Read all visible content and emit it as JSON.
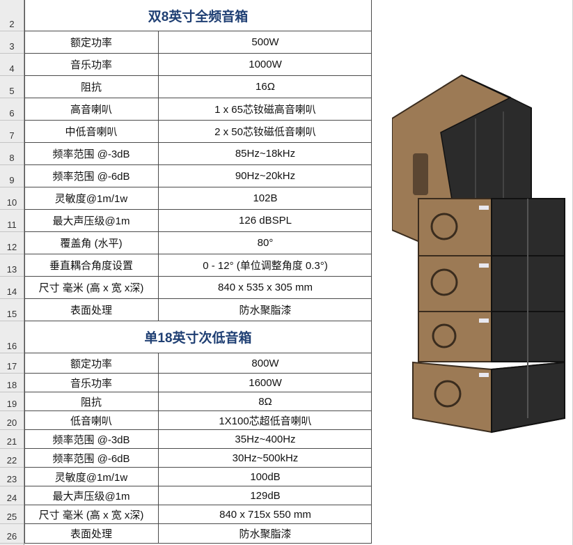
{
  "row_numbers": [
    "2",
    "3",
    "4",
    "5",
    "6",
    "7",
    "8",
    "9",
    "10",
    "11",
    "12",
    "13",
    "14",
    "15",
    "16",
    "17",
    "18",
    "19",
    "20",
    "21",
    "22",
    "23",
    "24",
    "25",
    "26"
  ],
  "section1": {
    "title": "双8英寸全频音箱",
    "rows": [
      {
        "label": "额定功率",
        "value": "500W"
      },
      {
        "label": "音乐功率",
        "value": "1000W"
      },
      {
        "label": "阻抗",
        "value": "16Ω"
      },
      {
        "label": "高音喇叭",
        "value": "1 x 65芯钕磁高音喇叭"
      },
      {
        "label": "中低音喇叭",
        "value": "2 x 50芯钕磁低音喇叭"
      },
      {
        "label": "频率范围 @-3dB",
        "value": "85Hz~18kHz"
      },
      {
        "label": "频率范围 @-6dB",
        "value": "90Hz~20kHz"
      },
      {
        "label": "灵敏度@1m/1w",
        "value": "102B"
      },
      {
        "label": "最大声压级@1m",
        "value": "126 dBSPL"
      },
      {
        "label": "覆盖角 (水平)",
        "value": "80°"
      },
      {
        "label": "垂直耦合角度设置",
        "value": "0 - 12° (单位调整角度 0.3°)"
      },
      {
        "label": "尺寸 毫米 (高 x 宽 x深)",
        "value": "840 x 535 x 305 mm"
      },
      {
        "label": "表面处理",
        "value": "防水聚脂漆"
      }
    ]
  },
  "section2": {
    "title": "单18英寸次低音箱",
    "rows": [
      {
        "label": "额定功率",
        "value": "800W"
      },
      {
        "label": "音乐功率",
        "value": "1600W"
      },
      {
        "label": "阻抗",
        "value": "8Ω"
      },
      {
        "label": "低音喇叭",
        "value": "1X100芯超低音喇叭"
      },
      {
        "label": "频率范围 @-3dB",
        "value": "35Hz~400Hz"
      },
      {
        "label": "频率范围 @-6dB",
        "value": "30Hz~500kHz"
      },
      {
        "label": "灵敏度@1m/1w",
        "value": "100dB"
      },
      {
        "label": "最大声压级@1m",
        "value": "129dB"
      },
      {
        "label": "尺寸 毫米 (高 x 宽 x深)",
        "value": "840 x 715x 550 mm"
      },
      {
        "label": "表面处理",
        "value": "防水聚脂漆"
      }
    ]
  },
  "colors": {
    "title_text": "#1f3f73",
    "cabinet_wood": "#9c7a55",
    "grille": "#2b2b2b"
  },
  "icons": {
    "photo": "line-array-speaker-stack-image"
  }
}
